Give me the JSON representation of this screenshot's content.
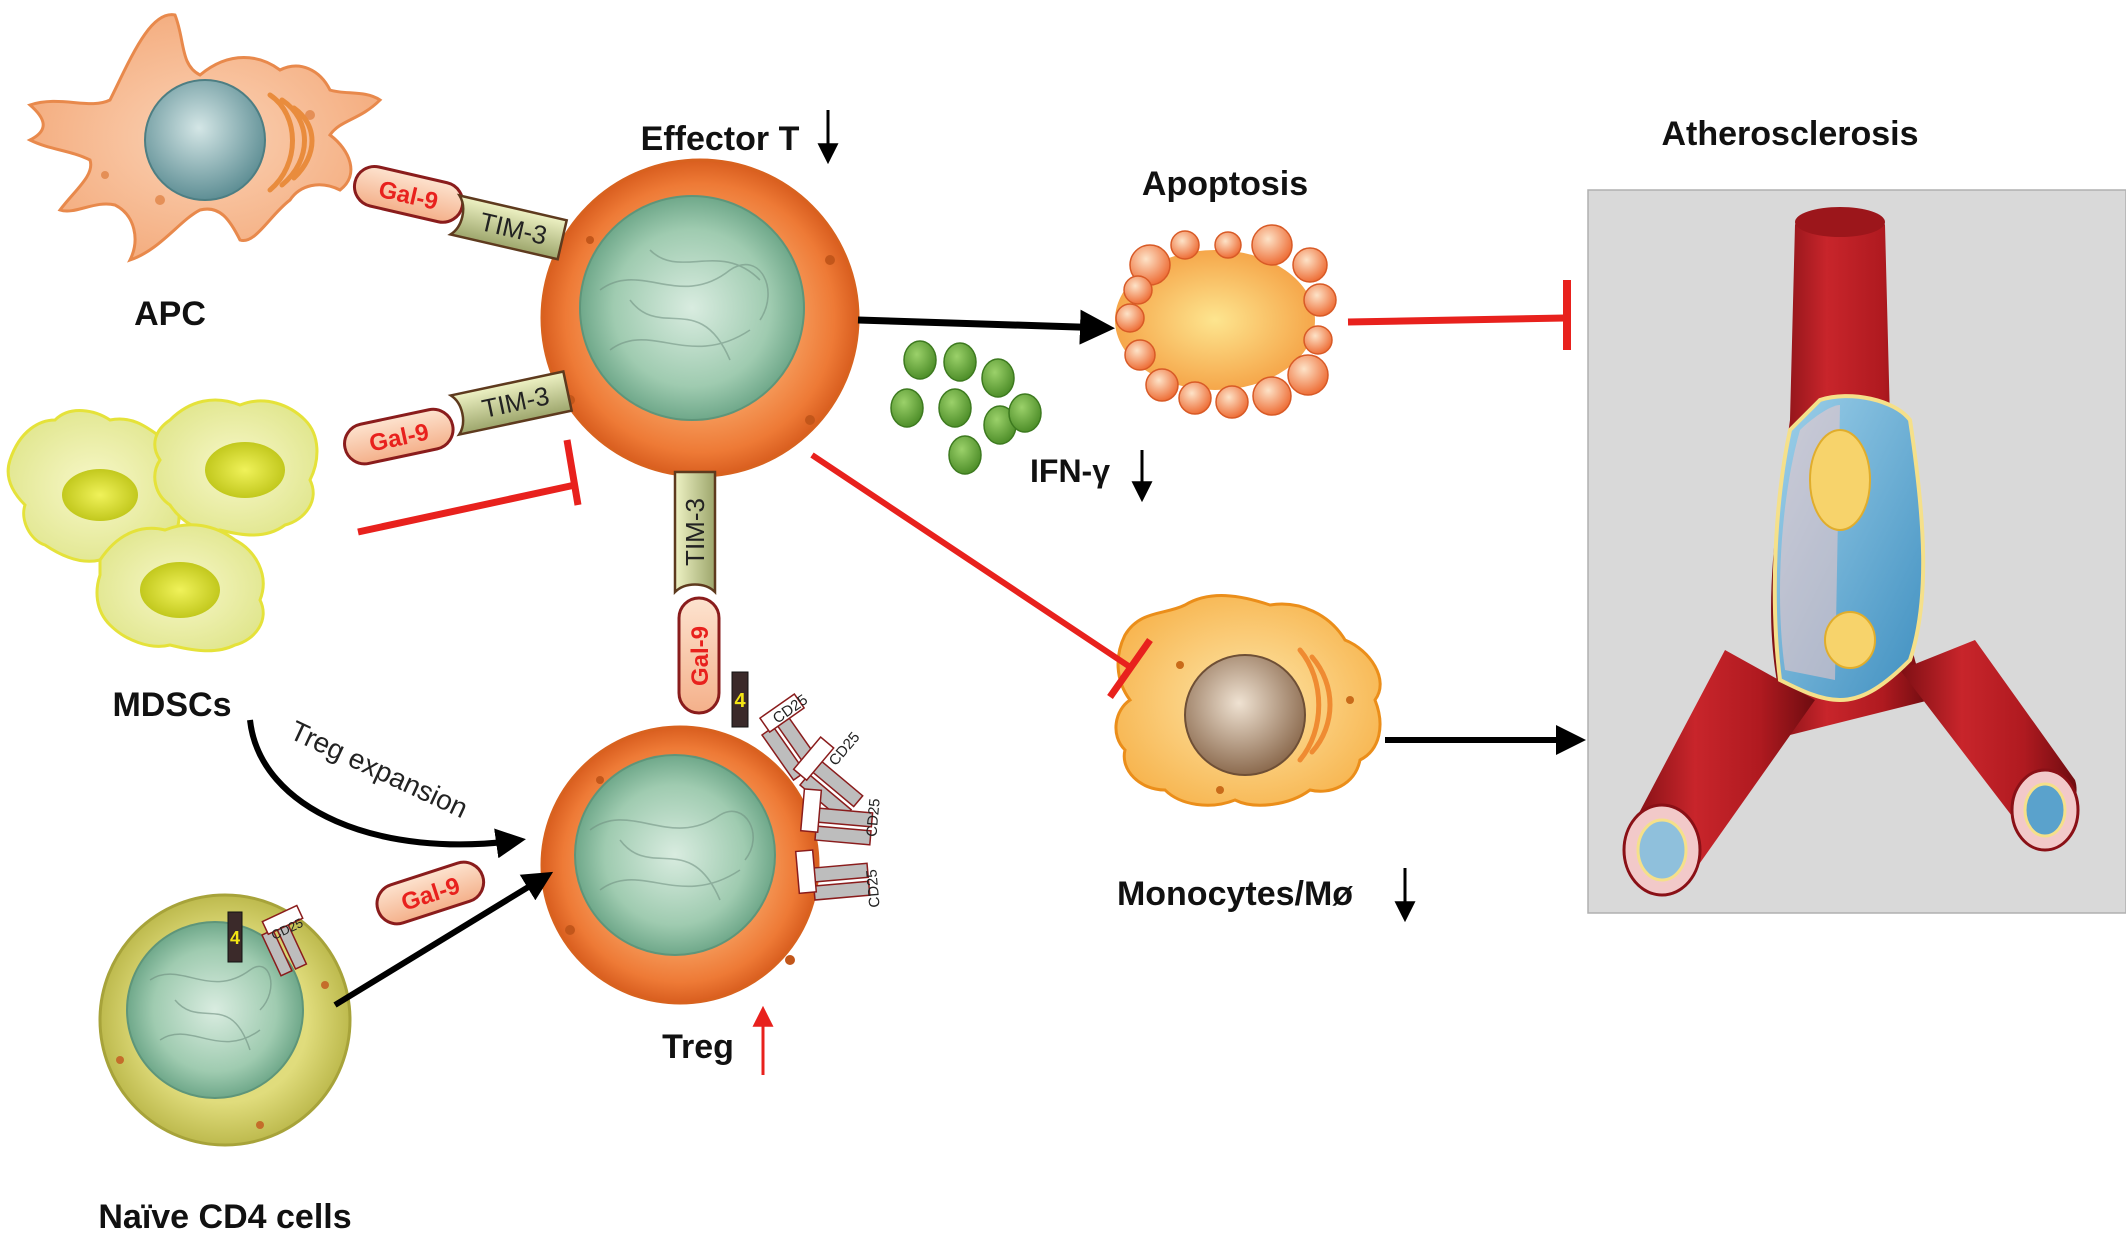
{
  "labels": {
    "apc": "APC",
    "effector_t": "Effector T",
    "apoptosis": "Apoptosis",
    "atherosclerosis": "Atherosclerosis",
    "mdscs": "MDSCs",
    "treg_expansion": "Treg expansion",
    "naive_cd4": "Naïve CD4 cells",
    "treg": "Treg",
    "ifn_gamma": "IFN-γ",
    "monocytes": "Monocytes/Mø"
  },
  "molecules": {
    "gal9": "Gal-9",
    "tim3": "TIM-3",
    "cd25": "CD25",
    "cd4_marker": "4"
  },
  "trend_arrows": {
    "effector_t": "down",
    "ifn_gamma": "down",
    "monocytes": "down",
    "treg": "up"
  },
  "colors": {
    "activation_arrow": "#000000",
    "inhibition_line": "#e8211d",
    "gal9_label": "#e8211d",
    "cell_orange": "#f07b3c",
    "nucleus_green": "#8ebfa3",
    "mdsc_yellow": "#e9ee7a",
    "naive_cell": "#c9c85a",
    "ifn_dots": "#6aac3b",
    "vessel_red": "#b81c22",
    "atherosclerosis_panel": "#d9d9d9"
  }
}
